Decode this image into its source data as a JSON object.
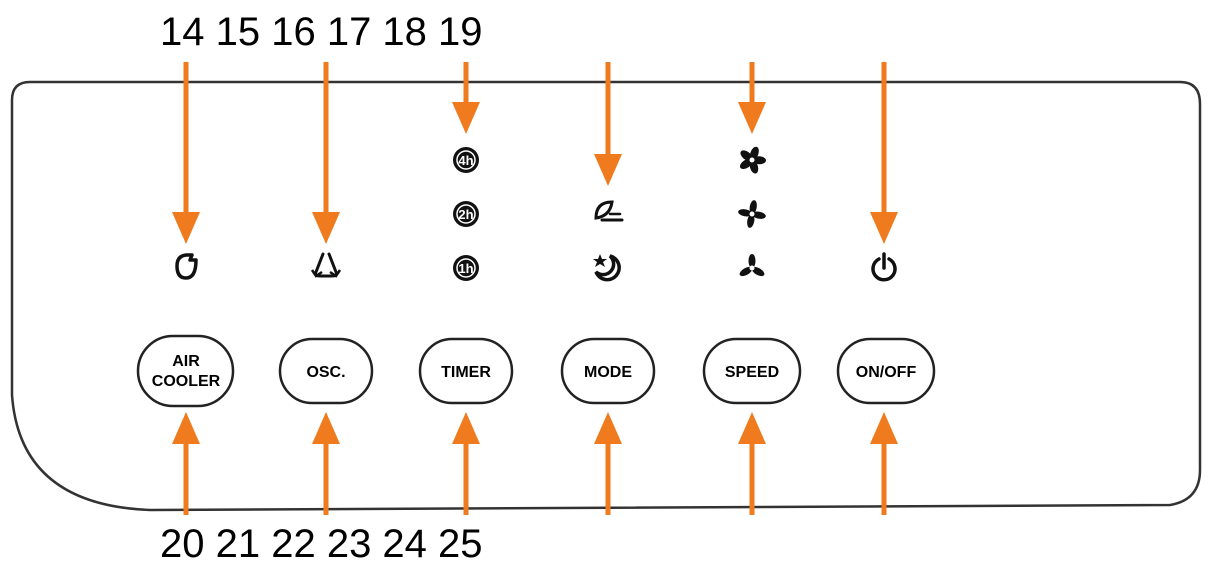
{
  "callouts": {
    "top_numbers": "14 15 16 17 18 19",
    "bottom_numbers": "20 21 22 23 24 25"
  },
  "buttons": [
    {
      "id": "air-cooler",
      "label_line1": "AIR",
      "label_line2": "COOLER"
    },
    {
      "id": "osc",
      "label_line1": "OSC.",
      "label_line2": ""
    },
    {
      "id": "timer",
      "label_line1": "TIMER",
      "label_line2": ""
    },
    {
      "id": "mode",
      "label_line1": "MODE",
      "label_line2": ""
    },
    {
      "id": "speed",
      "label_line1": "SPEED",
      "label_line2": ""
    },
    {
      "id": "on-off",
      "label_line1": "ON/OFF",
      "label_line2": ""
    }
  ],
  "timer_indicators": [
    "4h",
    "2h",
    "1h"
  ],
  "icons": {
    "air_cooler": "water-drop-icon",
    "osc": "oscillation-icon",
    "mode_natural": "leaf-wind-icon",
    "mode_sleep": "moon-star-icon",
    "speed_high": "fan-high-icon",
    "speed_mid": "fan-medium-icon",
    "speed_low": "fan-low-icon",
    "power": "power-icon"
  },
  "colors": {
    "arrow": "#f07b1e",
    "outline": "#333333"
  }
}
